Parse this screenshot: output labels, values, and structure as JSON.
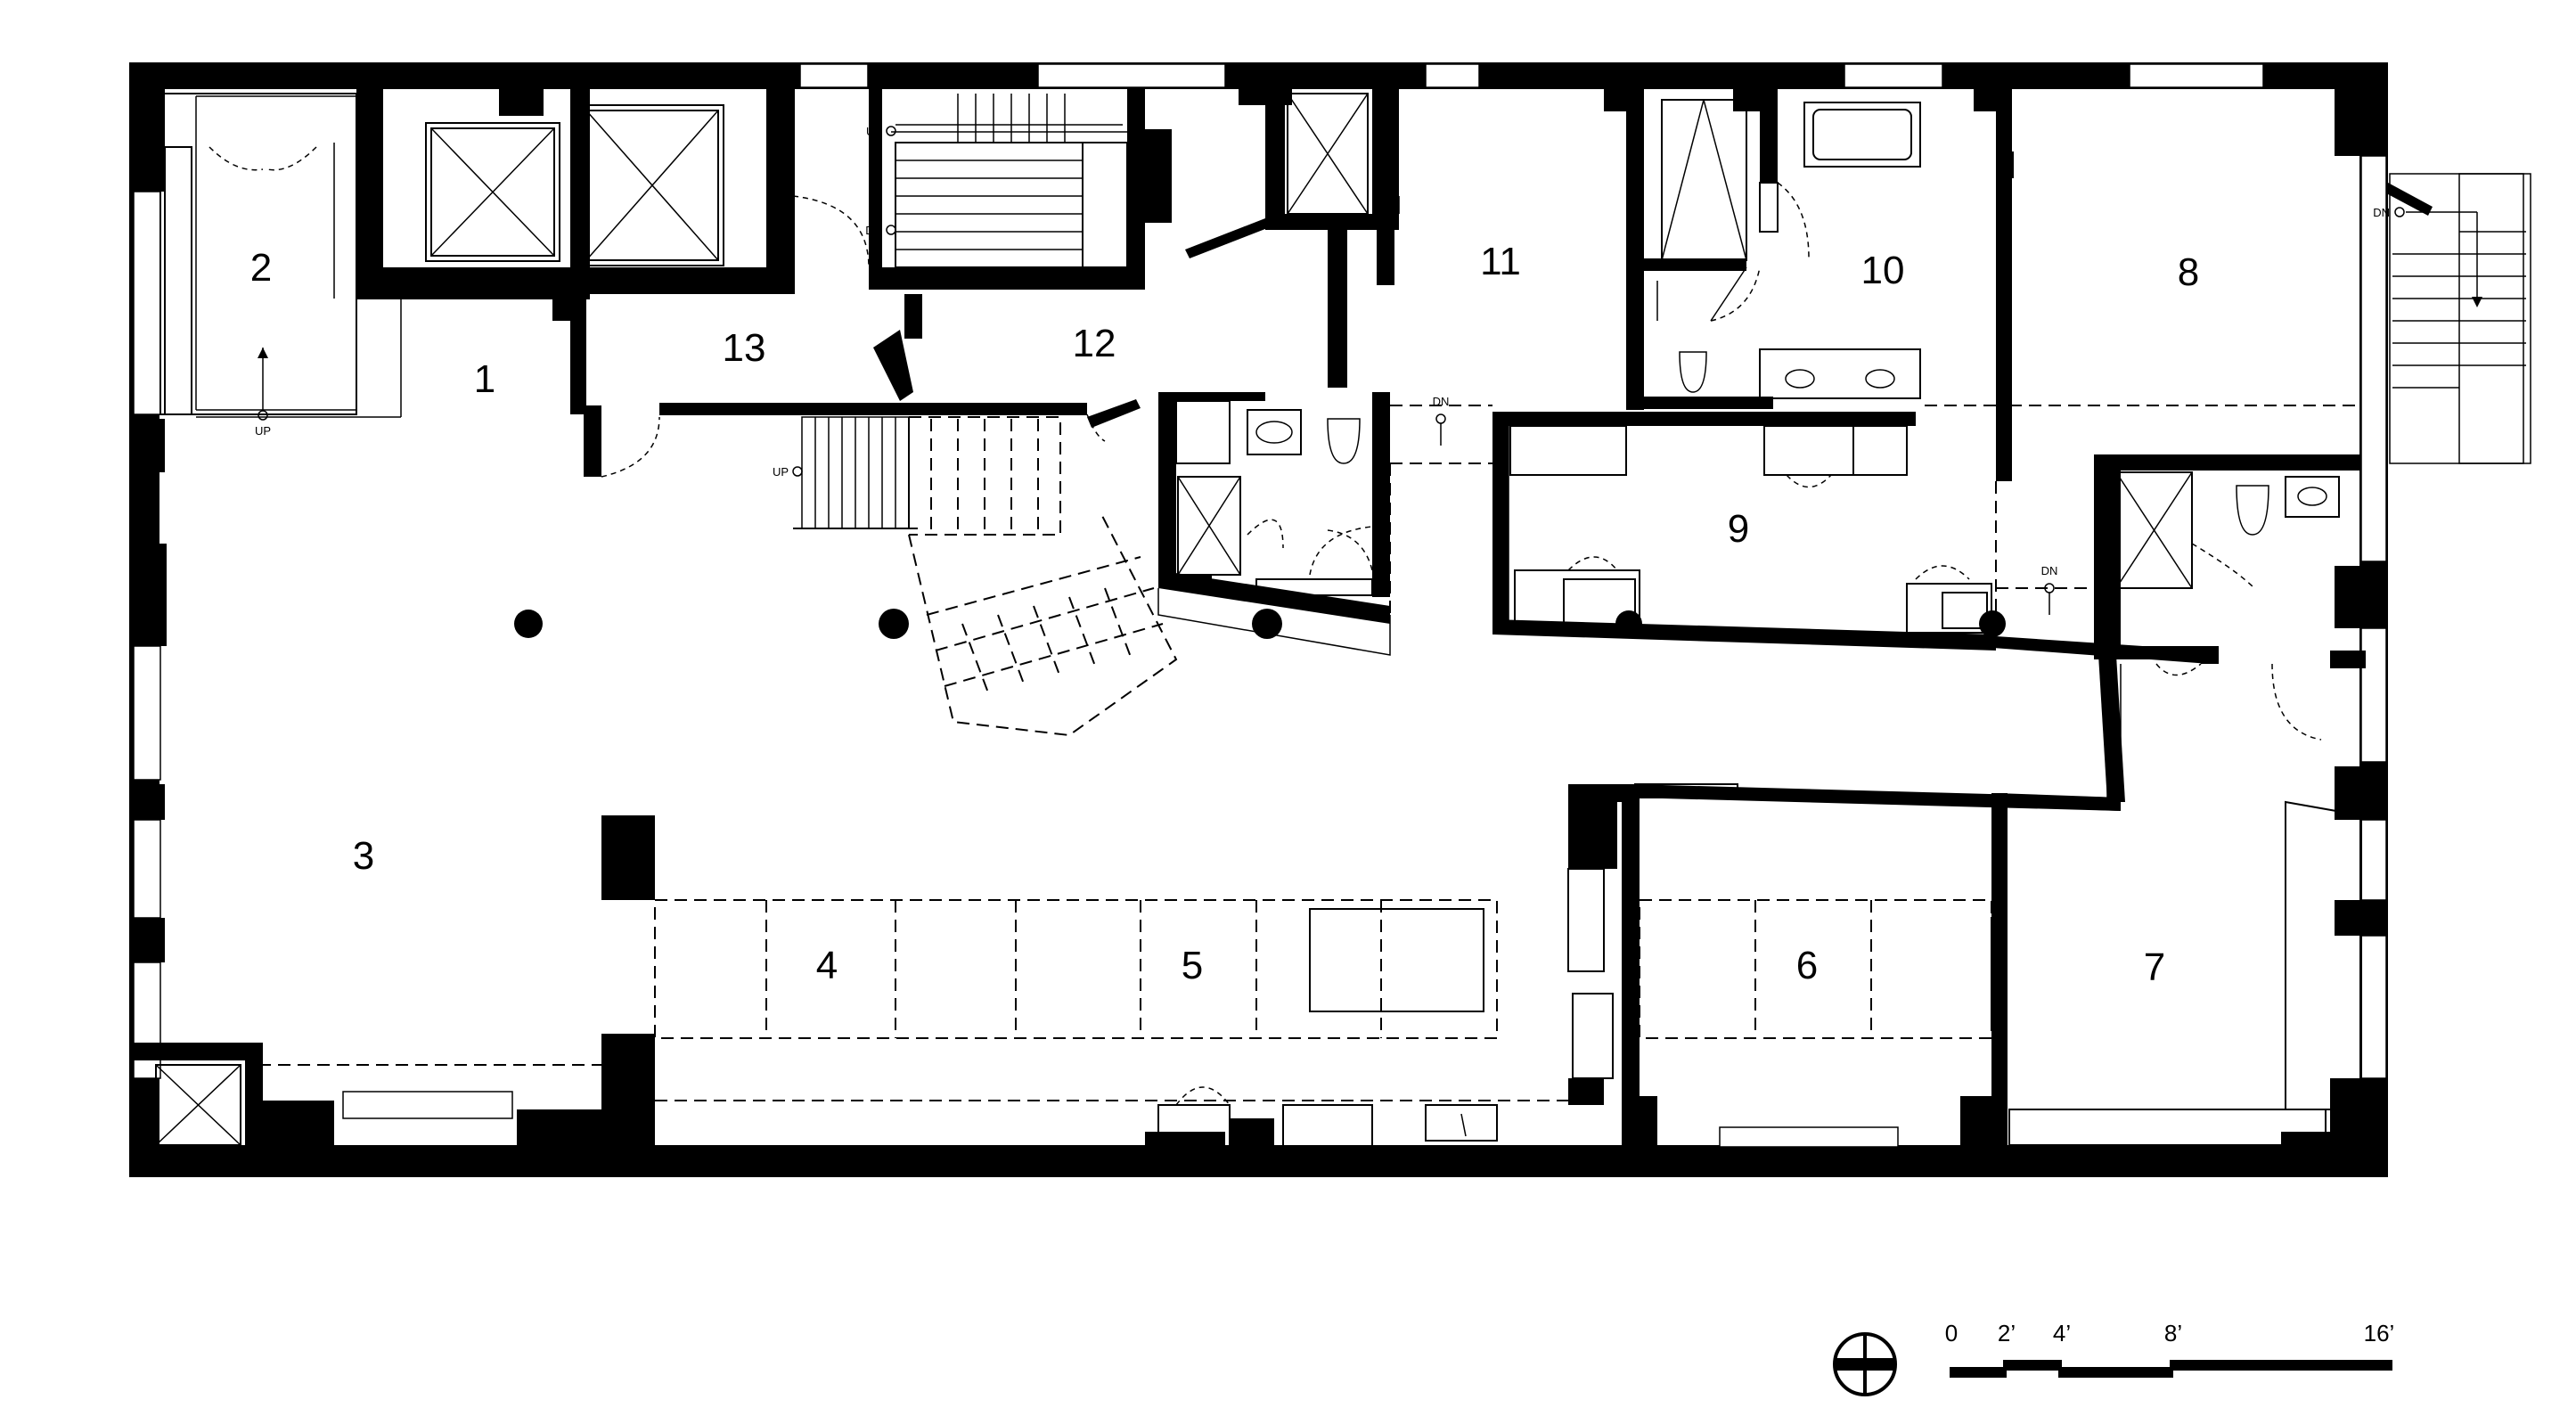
{
  "rooms": [
    {
      "id": "1",
      "label": "1"
    },
    {
      "id": "2",
      "label": "2"
    },
    {
      "id": "3",
      "label": "3"
    },
    {
      "id": "4",
      "label": "4"
    },
    {
      "id": "5",
      "label": "5"
    },
    {
      "id": "6",
      "label": "6"
    },
    {
      "id": "7",
      "label": "7"
    },
    {
      "id": "8",
      "label": "8"
    },
    {
      "id": "9",
      "label": "9"
    },
    {
      "id": "10",
      "label": "10"
    },
    {
      "id": "11",
      "label": "11"
    },
    {
      "id": "12",
      "label": "12"
    },
    {
      "id": "13",
      "label": "13"
    }
  ],
  "stair_labels": {
    "up_entry": "UP",
    "up_stair_top": "UP",
    "dn_stair_top": "DN",
    "up_main": "UP",
    "dn_corridor": "DN",
    "dn_bath": "DN",
    "dn_exterior": "DN"
  },
  "scale_bar": {
    "labels": [
      "0",
      "2’",
      "4’",
      "8’",
      "16’"
    ]
  }
}
